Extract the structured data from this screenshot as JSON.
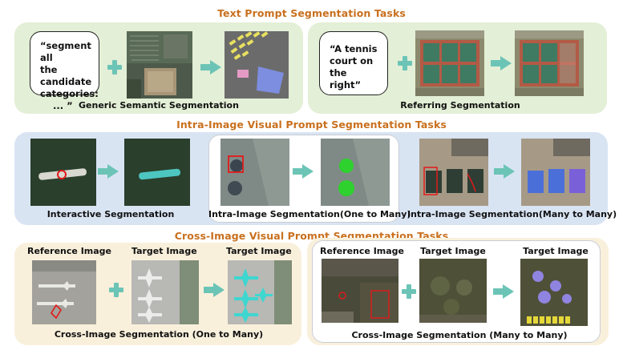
{
  "sections": {
    "text_prompt": "Text Prompt Segmentation Tasks",
    "intra_image": "Intra-Image Visual Prompt Segmentation Tasks",
    "cross_image": "Cross-Image Visual Prompt Segmentation Tasks"
  },
  "text_prompt": {
    "generic_quote_lines": [
      "“segment all",
      "the candidate",
      "categories:",
      "... ”"
    ],
    "generic_caption": "Generic Semantic Segmentation",
    "referring_quote_lines": [
      "“A tennis",
      "court on the",
      "right”"
    ],
    "referring_caption": "Referring Segmentation"
  },
  "intra_image": {
    "interactive_caption": "Interactive Segmentation",
    "one_to_many_caption": "Intra-Image Segmentation(One to Many)",
    "many_to_many_caption": "Intra-Image Segmentation(Many to Many)"
  },
  "cross_image": {
    "left": {
      "reference_label": "Reference Image",
      "target_label_1": "Target Image",
      "target_label_2": "Target Image",
      "caption": "Cross-Image Segmentation (One to Many)"
    },
    "right": {
      "reference_label": "Reference Image",
      "target_label_1": "Target Image",
      "target_label_2": "Target Image",
      "caption": "Cross-Image Segmentation (Many to Many)"
    }
  },
  "colors": {
    "title_orange": "#c9701e",
    "panel_green": "#e3efd6",
    "panel_blue": "#d9e4f3",
    "panel_cream": "#f9f0dc",
    "teal_symbol": "#6cc4b6"
  }
}
